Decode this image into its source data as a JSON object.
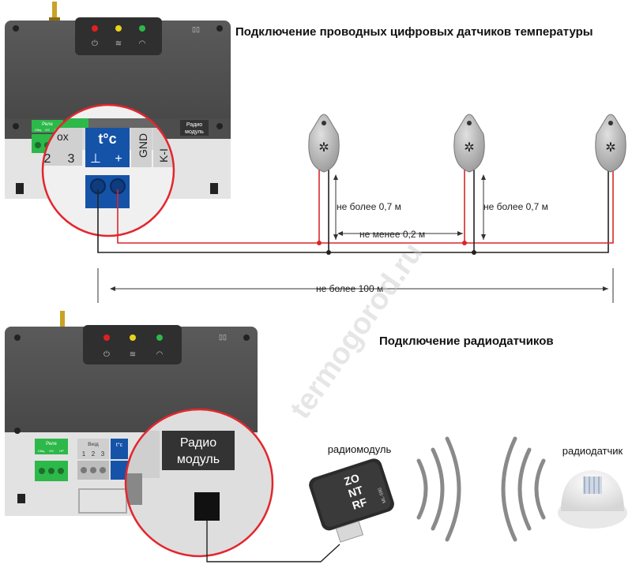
{
  "titles": {
    "wired": "Подключение проводных цифровых датчиков температуры",
    "radio": "Подключение радиодатчиков"
  },
  "controller": {
    "relay_label": "Реле",
    "relay_terminals": [
      "Общ",
      "НЗ",
      "НР"
    ],
    "input_label": "Вход",
    "input_numbers": [
      "1",
      "2",
      "3"
    ],
    "input_numbers_zoom": [
      "2",
      "3"
    ],
    "input_partial_zoom": "ox",
    "temp_label": "t°c",
    "temp_minus": "⊥",
    "temp_plus": "+",
    "gnd_label": "GND",
    "k_label": "K-I",
    "radio_small": [
      "Радио",
      "модуль"
    ],
    "radio_large": [
      "Радио",
      "модуль"
    ],
    "small_logo": "▯▯",
    "led_colors": [
      "#e02020",
      "#e8d21a",
      "#2db84a"
    ],
    "led_icons": [
      "power-icon",
      "heat-icon",
      "wifi-icon"
    ]
  },
  "wired": {
    "sensor_count": 3,
    "dim_sensor_spacing_1": "не более 0,7 м",
    "dim_sensor_spacing_2": "не более 0,7 м",
    "dim_min_distance": "не менее 0,2 м",
    "dim_total_length": "не более 100 м",
    "wire_colors": {
      "red": "#d9262b",
      "black": "#222222"
    }
  },
  "radio": {
    "module_label": "радиомодуль",
    "sensor_label": "радиодатчик",
    "module_brand": [
      "ZO",
      "NT",
      "RF"
    ],
    "module_model": "ML-590"
  },
  "watermark": "termogorod.ru"
}
